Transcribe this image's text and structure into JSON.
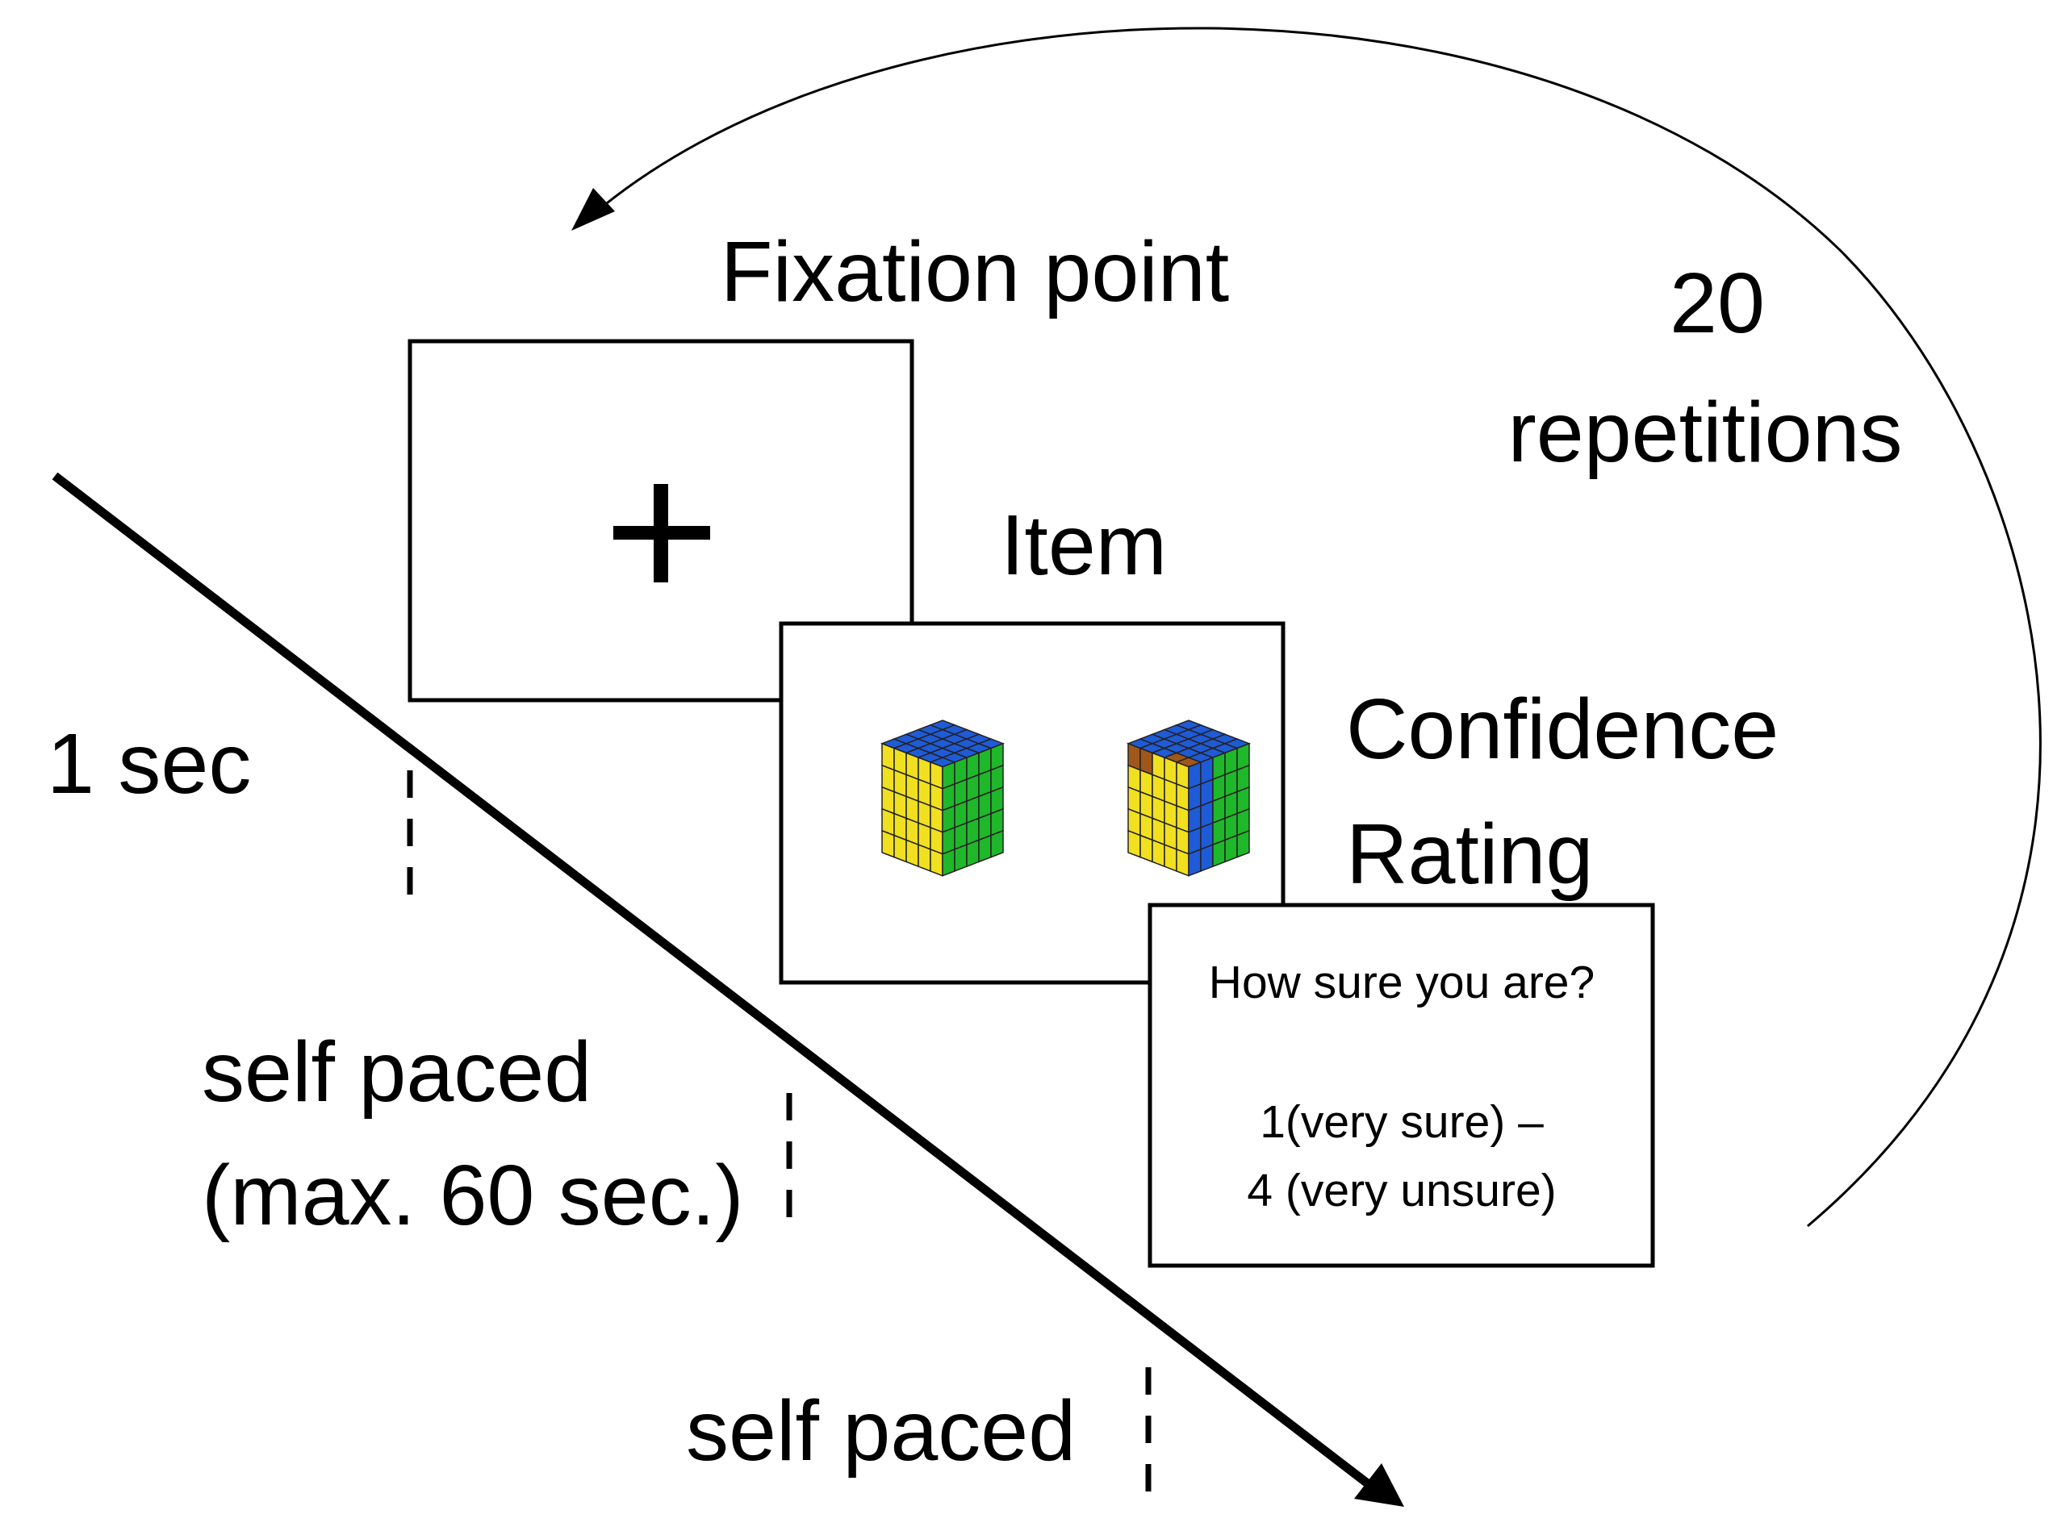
{
  "loop": {
    "count": "20",
    "unit": "repetitions"
  },
  "screens": {
    "fixation": {
      "title": "Fixation point",
      "symbol": "+"
    },
    "item": {
      "title": "Item"
    },
    "rating": {
      "title_line1": "Confidence",
      "title_line2": "Rating",
      "question": "How sure you are?",
      "scale_line1": "1(very sure) –",
      "scale_line2": "4 (very unsure)"
    }
  },
  "durations": {
    "fixation": "1 sec",
    "item_line1": "self paced",
    "item_line2": "(max. 60 sec.)",
    "rating": "self paced"
  },
  "cube_colors": {
    "top": "#1f5bd6",
    "left": "#f0e020",
    "right": "#1fb82a",
    "altered": "#a0581a"
  }
}
